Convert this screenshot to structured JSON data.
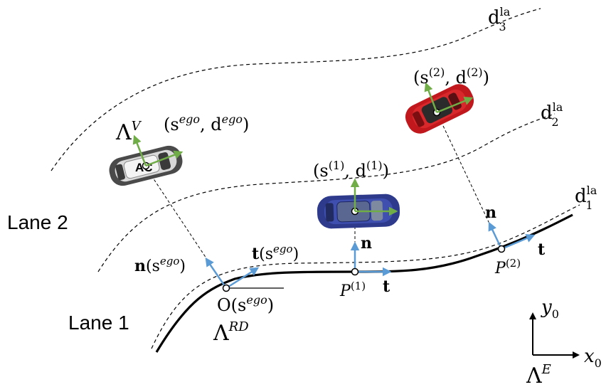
{
  "lanes": {
    "lane_1": "Lane 1",
    "lane_2": "Lane 2"
  },
  "frames": {
    "vehicle": {
      "base": "Λ",
      "sup": "V"
    },
    "road": {
      "base": "Λ",
      "sup": "RD"
    },
    "earth": {
      "base": "Λ",
      "sup": "E"
    },
    "x_axis": {
      "base": "x",
      "sub": "0"
    },
    "y_axis": {
      "base": "y",
      "sub": "0"
    }
  },
  "lane_lines": {
    "d1": {
      "base": "d",
      "sub": "1",
      "sup": "la"
    },
    "d2": {
      "base": "d",
      "sub": "2",
      "sup": "la"
    },
    "d3": {
      "base": "d",
      "sub": "3",
      "sup": "la"
    }
  },
  "coordinates": {
    "ego": {
      "open": "(s",
      "s_sup": "ego",
      "mid": ", d",
      "d_sup": "ego",
      "close": ")"
    },
    "veh1": {
      "open": "(s",
      "s_sup": "(1)",
      "mid": ", d",
      "d_sup": "(1)",
      "close": ")"
    },
    "veh2": {
      "open": "(s",
      "s_sup": "(2)",
      "mid": ", d",
      "d_sup": "(2)",
      "close": ")"
    }
  },
  "reference_points": {
    "origin": {
      "base": "O(s",
      "sup": "ego",
      "close": ")"
    },
    "p1": {
      "base": "P",
      "sup": "(1)"
    },
    "p2": {
      "base": "P",
      "sup": "(2)"
    }
  },
  "vectors": {
    "n_ego": {
      "bold": "n",
      "open": "(s",
      "sup": "ego",
      "close": ")"
    },
    "t_ego": {
      "bold": "t",
      "open": "(s",
      "sup": "ego",
      "close": ")"
    },
    "n": "n",
    "t": "t"
  },
  "ego_label": "AC",
  "colors": {
    "axis_arrow": "#5b9bd5",
    "heading_arrow": "#70ad47",
    "ego_car": "#4a4a4a",
    "car_1": "#2e3a8c",
    "car_2": "#c0181c",
    "road_line": "#000000"
  }
}
